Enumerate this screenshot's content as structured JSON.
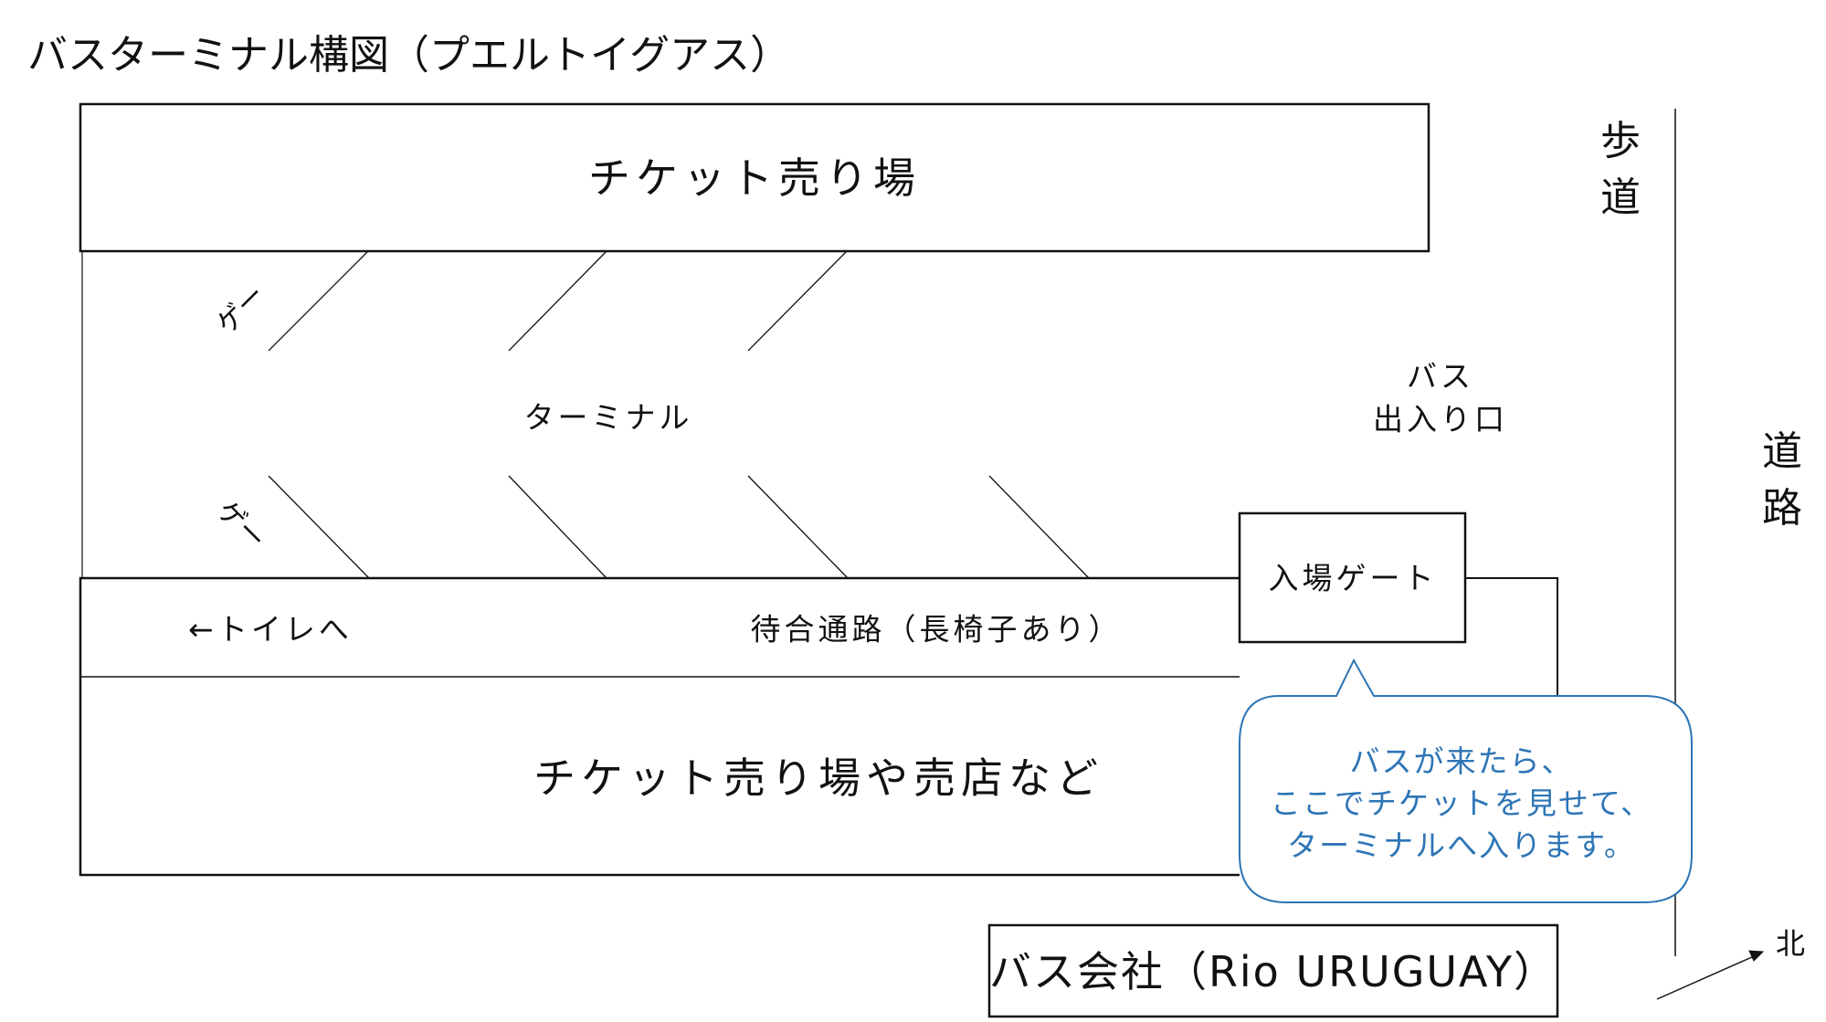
{
  "title": "バスターミナル構図（プエルトイグアス）",
  "areas": {
    "ticket_top": "チケット売り場",
    "terminal": "ターミナル",
    "bus_entrance_line1": "バス",
    "bus_entrance_line2": "出入り口",
    "gate_label_top": "ゲート",
    "gate_label_bottom": "ゲート",
    "entrance_gate": "入場ゲート",
    "toilet": "←トイレへ",
    "waiting_corridor": "待合通路（長椅子あり）",
    "ticket_shops": "チケット売り場や売店など",
    "bus_company": "バス会社（Rio URUGUAY）",
    "sidewalk": "歩道",
    "road": "道路",
    "north": "北"
  },
  "callout": {
    "line1": "バスが来たら、",
    "line2": "ここでチケットを見せて、",
    "line3": "ターミナルへ入ります。"
  },
  "colors": {
    "line": "#111111",
    "callout": "#2e75b6"
  }
}
